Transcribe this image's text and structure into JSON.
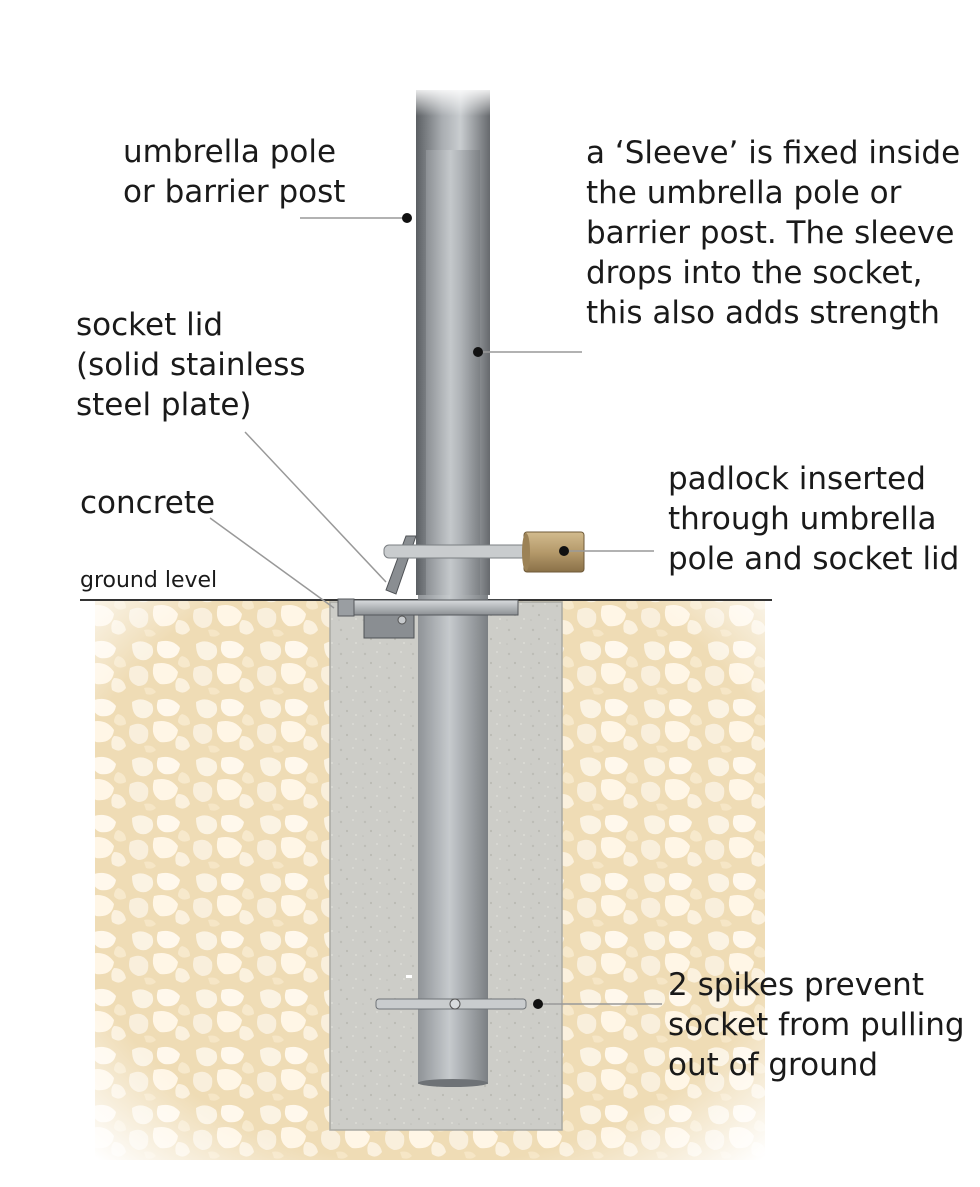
{
  "labels": {
    "umbrella_pole": [
      "umbrella pole",
      "or barrier post"
    ],
    "sleeve": [
      "a ‘Sleeve’ is fixed inside",
      "the umbrella pole or",
      "barrier post. The sleeve",
      "drops into the socket,",
      "this also adds strength"
    ],
    "socket_lid": [
      "socket lid",
      "(solid stainless",
      "steel plate)"
    ],
    "concrete": [
      "concrete"
    ],
    "ground_level": "ground level",
    "padlock": [
      "padlock inserted",
      "through umbrella",
      "pole and socket lid"
    ],
    "spikes": [
      "2 spikes  prevent",
      "socket from pulling",
      "out of ground"
    ]
  },
  "colors": {
    "soil": "#eedcb8",
    "stone": "#fbf4e4",
    "concrete": "#cfcfca",
    "steel_dark": "#6d7175",
    "steel_light": "#c4c8cb",
    "padlock": "#b59a6b",
    "leader": "#999999",
    "ground_line": "#333333"
  }
}
